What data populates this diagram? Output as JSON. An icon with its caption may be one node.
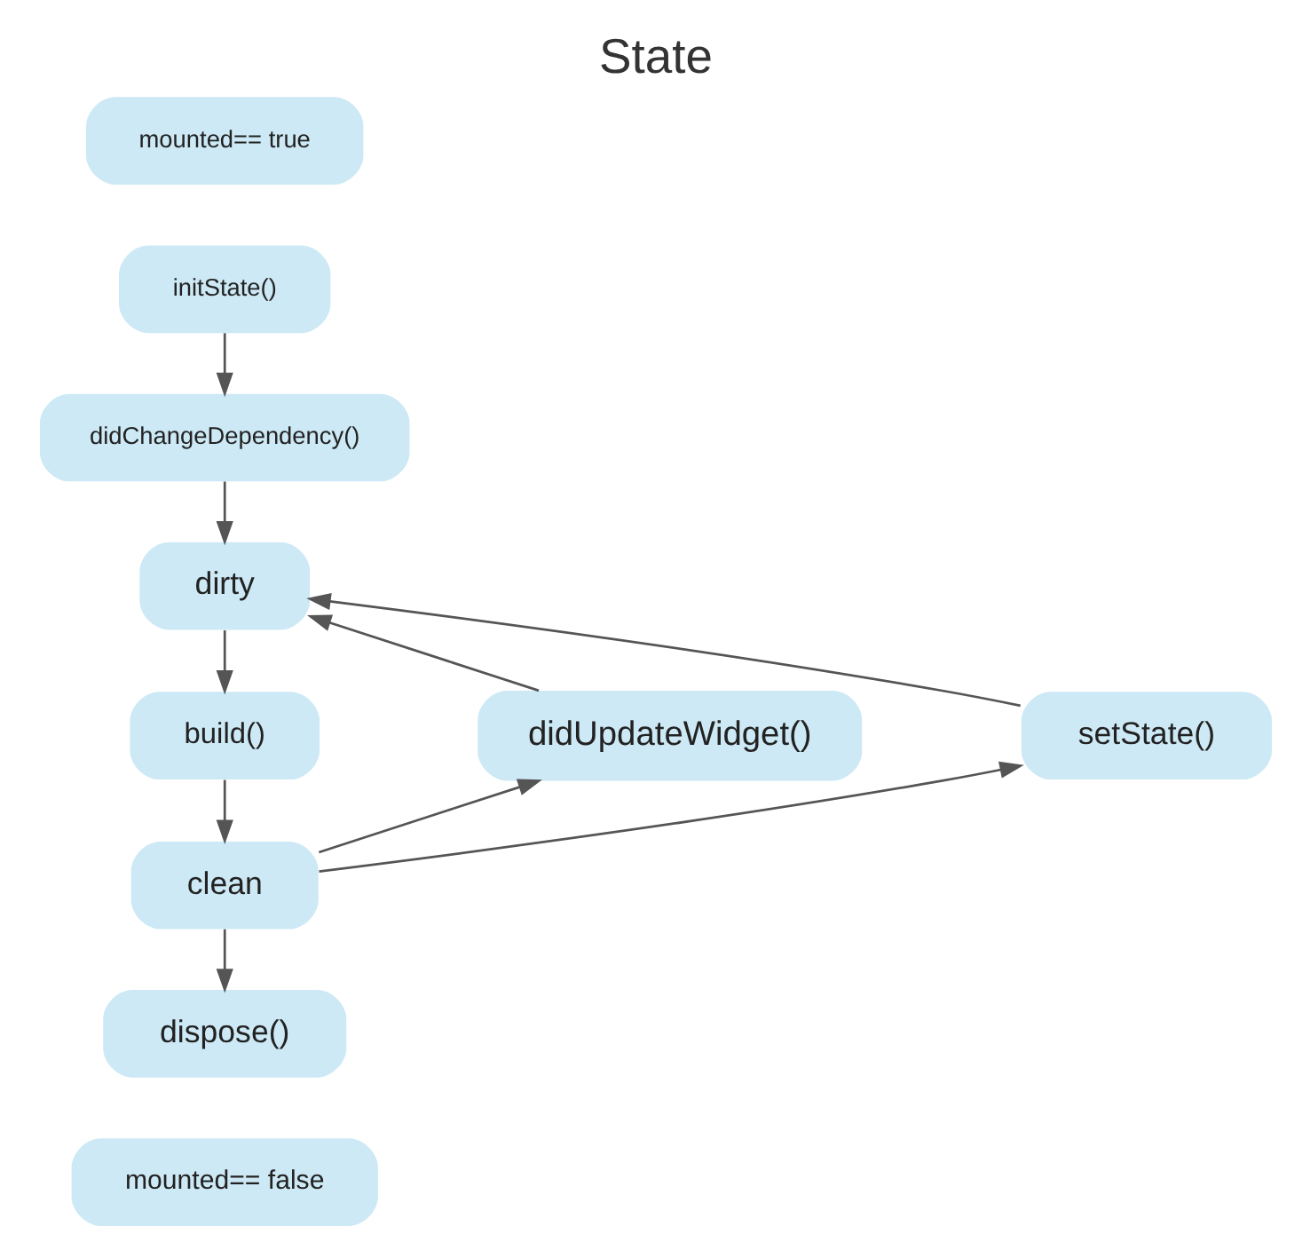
{
  "diagram": {
    "title": "State",
    "nodes": [
      {
        "text": [
          "mounted== true"
        ]
      },
      {
        "text": [
          "initState()"
        ]
      },
      {
        "text": [
          "didChangeDependency()"
        ]
      },
      {
        "text": [
          "dirty"
        ]
      },
      {
        "text": [
          "didUpdateWidget()"
        ]
      },
      {
        "text": [
          "build()"
        ]
      },
      {
        "text": [
          "setState()"
        ]
      },
      {
        "text": [
          "clean"
        ]
      },
      {
        "text": [
          "dispose()"
        ]
      },
      {
        "text": [
          "mounted== false"
        ]
      }
    ],
    "edges": [
      {
        "from": 1,
        "to": 2,
        "arrow": "to"
      },
      {
        "from": 2,
        "to": 3,
        "arrow": "to"
      },
      {
        "from": 3,
        "to": 5,
        "arrow": "to"
      },
      {
        "from": 5,
        "to": 7,
        "arrow": "to"
      },
      {
        "from": 7,
        "to": 8,
        "arrow": "to"
      },
      {
        "from": 7,
        "to": 4,
        "arrow": "to"
      },
      {
        "from": 4,
        "to": 3,
        "arrow": "to"
      },
      {
        "from": 7,
        "to": 6,
        "arrow": "to"
      },
      {
        "from": 6,
        "to": 3,
        "arrow": "to"
      }
    ]
  }
}
